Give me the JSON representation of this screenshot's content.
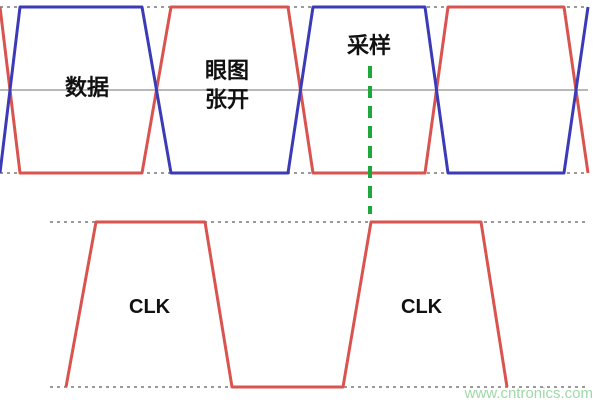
{
  "labels": {
    "data": "数据",
    "eye_open_line1": "眼图",
    "eye_open_line2": "张开",
    "sample": "采样",
    "clk_left": "CLK",
    "clk_right": "CLK"
  },
  "watermark": "www.cntronics.com",
  "colors": {
    "data_red": "#d9534f",
    "data_blue": "#3b3bb8",
    "clock": "#d9534f",
    "sample_line": "#1fa83a",
    "guide": "#9a9a9a",
    "center_guide": "#b8b8b8",
    "watermark": "#9fd9a6"
  }
}
